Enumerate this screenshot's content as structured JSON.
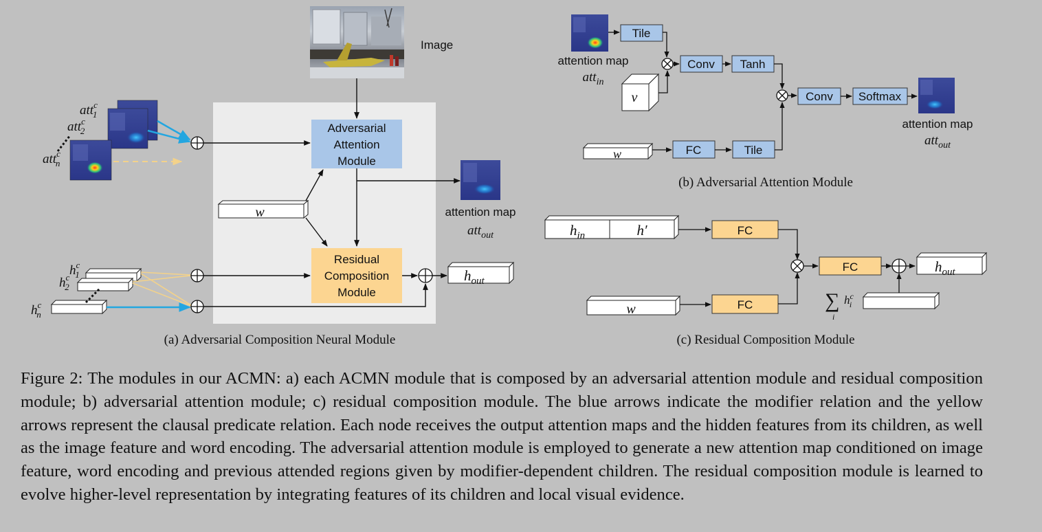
{
  "panel_a": {
    "caption": "(a) Adversarial Composition Neural Module",
    "image_label": "Image",
    "adversarial_attention": [
      "Adversarial",
      "Attention",
      "Module"
    ],
    "residual_composition": [
      "Residual",
      "Composition",
      "Module"
    ],
    "w_label": "w",
    "att_map_label": "attention map",
    "att_out": "att",
    "att_out_sub": "out",
    "h_out": "h",
    "h_out_sub": "out",
    "att_inputs": [
      {
        "base": "att",
        "sup": "c",
        "sub": "1"
      },
      {
        "base": "att",
        "sup": "c",
        "sub": "2"
      },
      {
        "base": "att",
        "sup": "c",
        "sub": "n"
      }
    ],
    "h_inputs": [
      {
        "base": "h",
        "sup": "c",
        "sub": "1"
      },
      {
        "base": "h",
        "sup": "c",
        "sub": "2"
      },
      {
        "base": "h",
        "sup": "c",
        "sub": "n"
      }
    ]
  },
  "panel_b": {
    "caption": "(b) Adversarial Attention Module",
    "tile1": "Tile",
    "conv1": "Conv",
    "tanh": "Tanh",
    "conv2": "Conv",
    "softmax": "Softmax",
    "fc": "FC",
    "tile2": "Tile",
    "v_label": "v",
    "w_label": "w",
    "att_in_label": "attention map",
    "att_in": "att",
    "att_in_sub": "in",
    "att_out_label": "attention map",
    "att_out": "att",
    "att_out_sub": "out"
  },
  "panel_c": {
    "caption": "(c) Residual Composition Module",
    "h_in": "h",
    "h_in_sub": "in",
    "h_prime": "h′",
    "w_label": "w",
    "fc1": "FC",
    "fc2": "FC",
    "fc3": "FC",
    "h_out": "h",
    "h_out_sub": "out",
    "sum_symbol": "∑",
    "sum_var": "h",
    "sum_sup": "c",
    "sum_sub": "i",
    "sum_index": "i"
  },
  "figure_caption": "Figure 2: The modules in our ACMN: a) each ACMN module that is composed by an adversarial attention module and residual composition module; b) adversarial attention module; c) residual composition module. The blue arrows indicate the modifier relation and the yellow arrows represent the clausal predicate relation. Each node receives the output attention maps and the hidden features from its children, as well as the image feature and word encoding. The adversarial attention module is employed to generate a new attention map conditioned on image feature, word encoding and previous attended regions given by modifier-dependent children. The residual composition module is learned to evolve higher-level representation by integrating features of its children and local visual evidence.",
  "colors": {
    "background": "#c0c0c0",
    "attention_box": "#a9c6e8",
    "residual_box": "#fcd591",
    "panel_bg": "#ececec",
    "blue_arrow": "#23a6e0",
    "yellow_arrow": "#f3d28a"
  }
}
